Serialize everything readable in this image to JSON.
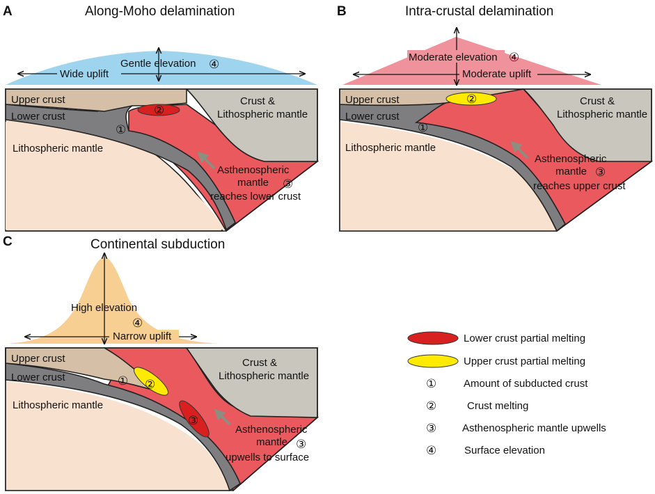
{
  "colors": {
    "upper_crust": "#d5bfa6",
    "lower_crust": "#7e7e80",
    "lithospheric_mantle": "#f8e2cf",
    "asthenosphere": "#e9595e",
    "crust_litho": "#c9c6bd",
    "uplift_a": "#9fd4ef",
    "uplift_b": "#f0929c",
    "uplift_c": "#f7cf92",
    "lower_melt": "#d7201f",
    "upper_melt": "#ffea00",
    "arrow": "#8d8d80"
  },
  "panels": {
    "a": {
      "letter": "A",
      "title": "Along-Moho delamination",
      "elevation": "Gentle elevation",
      "uplift": "Wide uplift",
      "upper_crust": "Upper crust",
      "lower_crust": "Lower crust",
      "litho_mantle": "Lithospheric mantle",
      "crust_litho_1": "Crust &",
      "crust_litho_2": "Lithospheric mantle",
      "astheno_1": "Asthenospheric",
      "astheno_2": "mantle",
      "astheno_3": "reaches lower crust"
    },
    "b": {
      "letter": "B",
      "title": "Intra-crustal delamination",
      "elevation": "Moderate elevation",
      "uplift": "Moderate uplift",
      "upper_crust": "Upper crust",
      "lower_crust": "Lower crust",
      "litho_mantle": "Lithospheric mantle",
      "crust_litho_1": "Crust &",
      "crust_litho_2": "Lithospheric mantle",
      "astheno_1": "Asthenospheric",
      "astheno_2": "mantle",
      "astheno_3": "reaches upper crust"
    },
    "c": {
      "letter": "C",
      "title": "Continental subduction",
      "elevation": "High elevation",
      "uplift": "Narrow uplift",
      "upper_crust": "Upper crust",
      "lower_crust": "Lower crust",
      "litho_mantle": "Lithospheric mantle",
      "crust_litho_1": "Crust &",
      "crust_litho_2": "Lithospheric mantle",
      "astheno_1": "Asthenospheric",
      "astheno_2": "mantle",
      "astheno_3": "upwells to surface"
    }
  },
  "markers": {
    "one": "①",
    "two": "②",
    "three": "③",
    "four": "④"
  },
  "legend": {
    "lower_melt": "Lower crust partial melting",
    "upper_melt": "Upper crust partial melting",
    "one_label": "Amount of subducted crust",
    "two_label": "Crust melting",
    "three_label": "Asthenospheric mantle upwells",
    "four_label": "Surface elevation"
  }
}
